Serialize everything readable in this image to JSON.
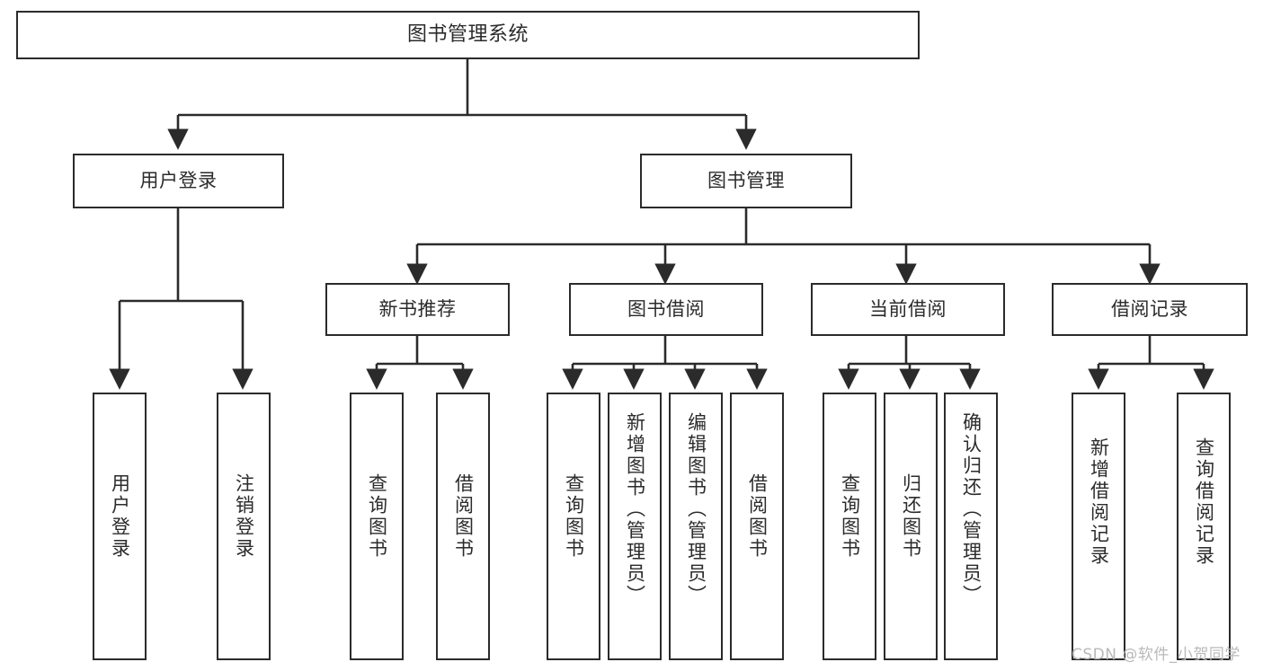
{
  "diagram": {
    "type": "tree",
    "title": "图书管理系统",
    "watermark": "CSDN @软件_小贺同学",
    "colors": {
      "stroke": "#2b2b2b",
      "fill": "#ffffff",
      "background": "#ffffff",
      "watermark": "#b9b9b9"
    },
    "nodes": {
      "root": {
        "label": "图书管理系统"
      },
      "level2": [
        {
          "id": "user-login",
          "label": "用户登录"
        },
        {
          "id": "book-management",
          "label": "图书管理"
        }
      ],
      "level3": [
        {
          "id": "new-book-recommend",
          "label": "新书推荐"
        },
        {
          "id": "book-borrow",
          "label": "图书借阅"
        },
        {
          "id": "current-borrow",
          "label": "当前借阅"
        },
        {
          "id": "borrow-record",
          "label": "借阅记录"
        }
      ],
      "leaves": {
        "user-login": [
          {
            "id": "leaf-user-login",
            "label": "用户登录"
          },
          {
            "id": "leaf-logout",
            "label": "注销登录"
          }
        ],
        "new-book-recommend": [
          {
            "id": "leaf-query-book-1",
            "label": "查询图书"
          },
          {
            "id": "leaf-borrow-book-1",
            "label": "借阅图书"
          }
        ],
        "book-borrow": [
          {
            "id": "leaf-query-book-2",
            "label": "查询图书"
          },
          {
            "id": "leaf-add-book",
            "label": "新增图书（管理员）"
          },
          {
            "id": "leaf-edit-book",
            "label": "编辑图书（管理员）"
          },
          {
            "id": "leaf-borrow-book-2",
            "label": "借阅图书"
          }
        ],
        "current-borrow": [
          {
            "id": "leaf-query-book-3",
            "label": "查询图书"
          },
          {
            "id": "leaf-return-book",
            "label": "归还图书"
          },
          {
            "id": "leaf-confirm-return",
            "label": "确认归还（管理员）"
          }
        ],
        "borrow-record": [
          {
            "id": "leaf-add-record",
            "label": "新增借阅记录"
          },
          {
            "id": "leaf-query-record",
            "label": "查询借阅记录"
          }
        ]
      }
    }
  }
}
